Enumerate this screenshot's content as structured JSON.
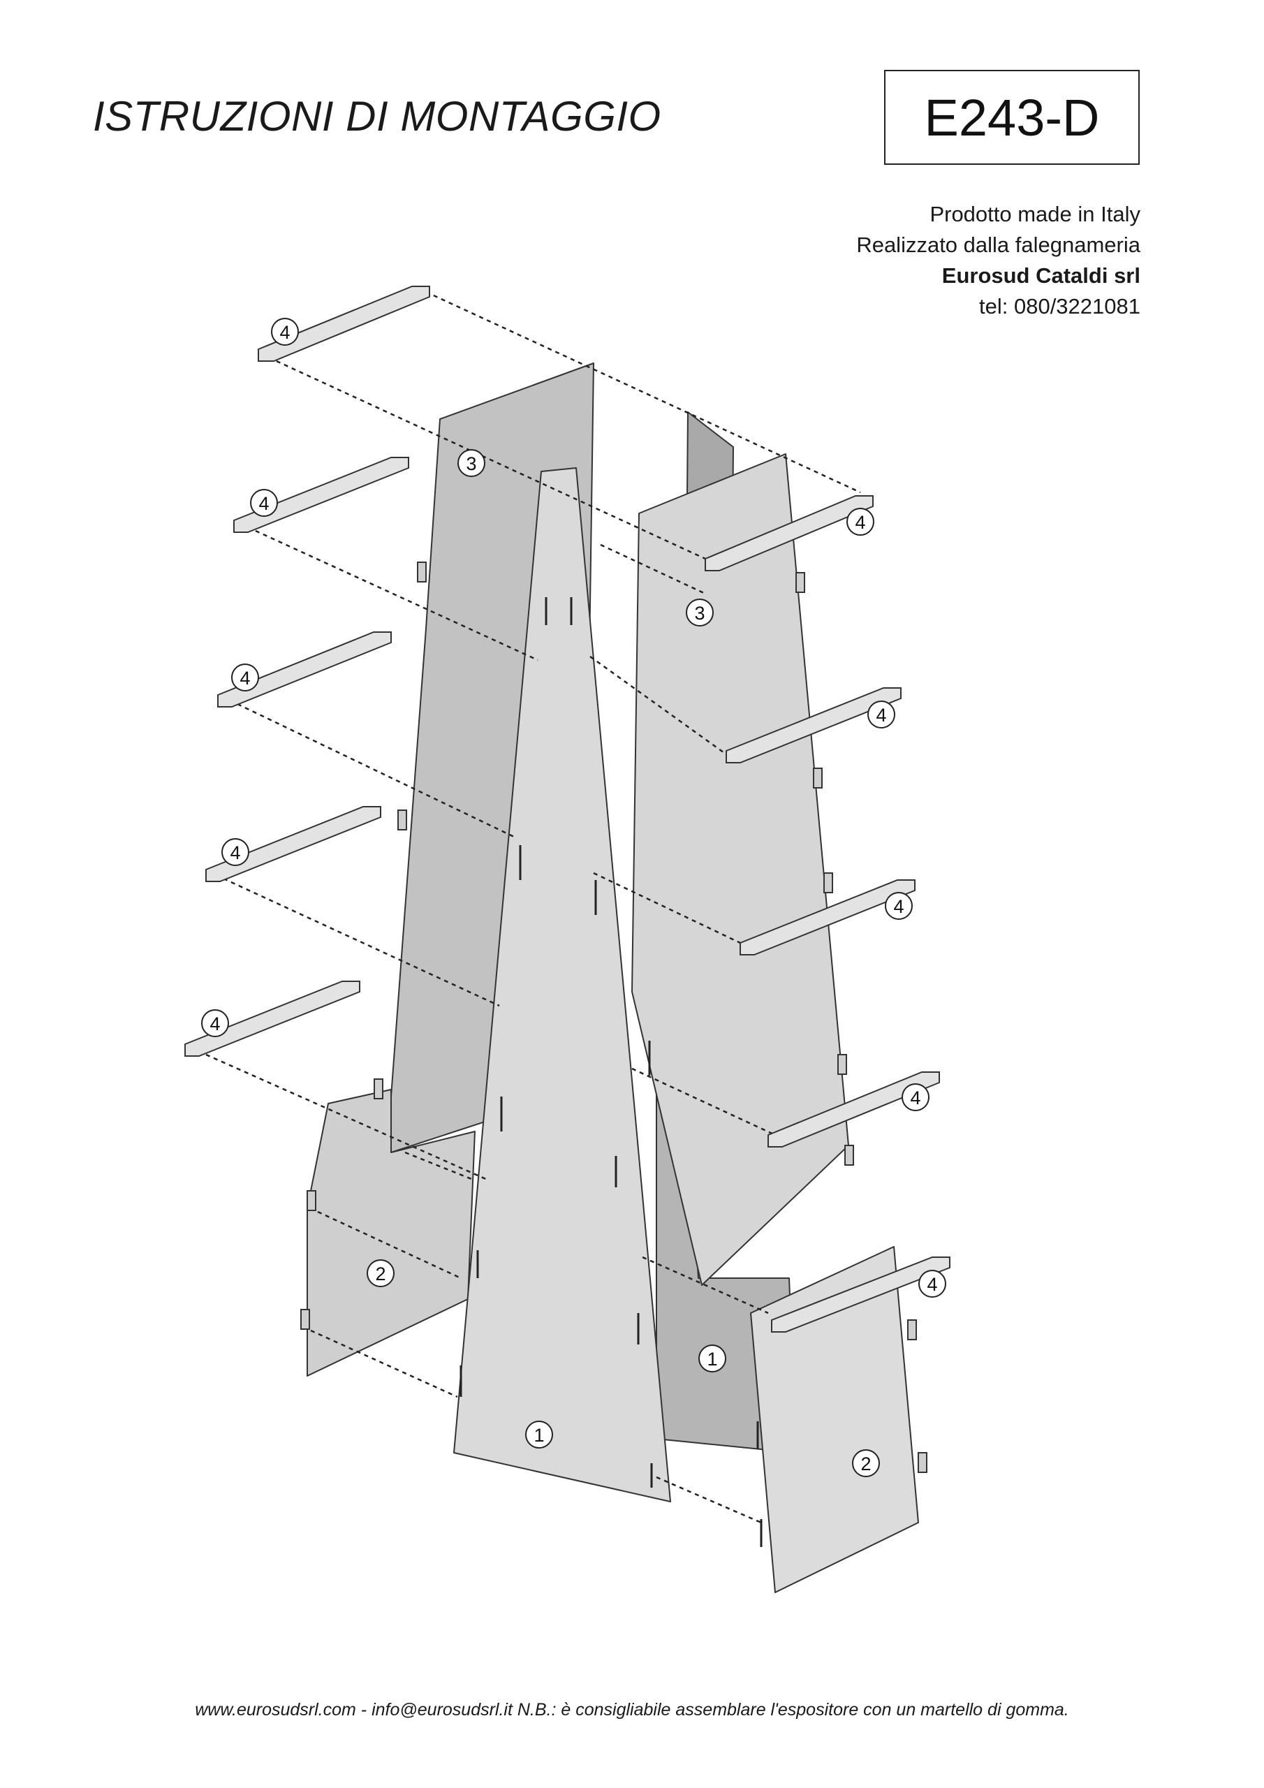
{
  "header": {
    "title": "ISTRUZIONI DI MONTAGGIO",
    "code": "E243-D"
  },
  "manufacturer": {
    "line1": "Prodotto made in Italy",
    "line2": "Realizzato dalla falegnameria",
    "company": "Eurosud Cataldi srl",
    "phone": "tel: 080/3221081"
  },
  "parts": {
    "part1": "1",
    "part2": "2",
    "part3": "3",
    "part4": "4"
  },
  "footer": {
    "text": "www.eurosudsrl.com - info@eurosudsrl.it  N.B.: è consigliabile assemblare l'espositore con un martello di gomma."
  },
  "colors": {
    "panel_light": "#d8d8d8",
    "panel_mid": "#c4c4c4",
    "panel_dark": "#a9a9a9",
    "outline": "#333333"
  }
}
